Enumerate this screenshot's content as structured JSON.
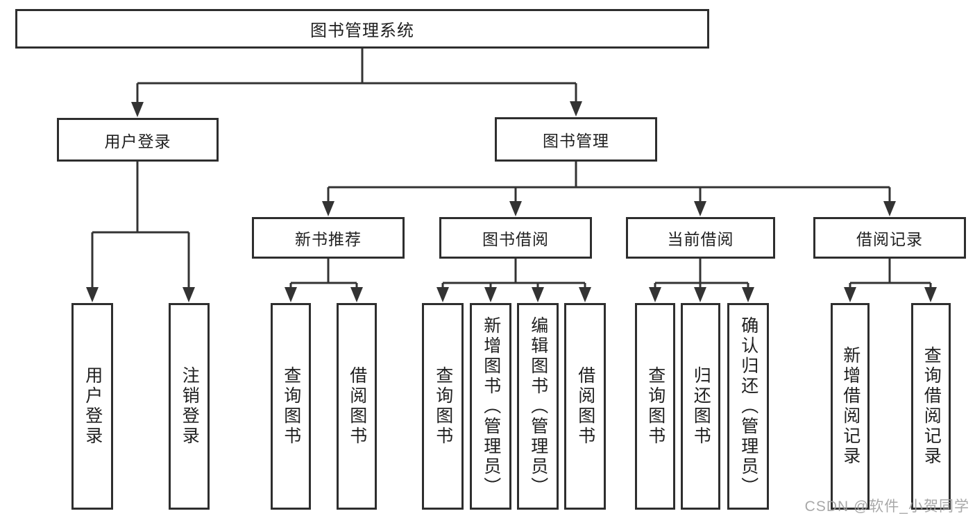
{
  "colors": {
    "line": "#333333",
    "node_border": "#2e2e2e",
    "text": "#1f1f1f",
    "background": "#ffffff",
    "watermark": "#9e9e9e"
  },
  "watermark": "CSDN @软件_小贺同学",
  "diagram": {
    "type": "tree",
    "root": {
      "label": "图书管理系统",
      "children": [
        {
          "label": "用户登录",
          "children": [
            {
              "label": "用户登录"
            },
            {
              "label": "注销登录"
            }
          ]
        },
        {
          "label": "图书管理",
          "children": [
            {
              "label": "新书推荐",
              "children": [
                {
                  "label": "查询图书"
                },
                {
                  "label": "借阅图书"
                }
              ]
            },
            {
              "label": "图书借阅",
              "children": [
                {
                  "label": "查询图书"
                },
                {
                  "label": "新增图书（管理员）"
                },
                {
                  "label": "编辑图书（管理员）"
                },
                {
                  "label": "借阅图书"
                }
              ]
            },
            {
              "label": "当前借阅",
              "children": [
                {
                  "label": "查询图书"
                },
                {
                  "label": "归还图书"
                },
                {
                  "label": "确认归还（管理员）"
                }
              ]
            },
            {
              "label": "借阅记录",
              "children": [
                {
                  "label": "新增借阅记录"
                },
                {
                  "label": "查询借阅记录"
                }
              ]
            }
          ]
        }
      ]
    }
  }
}
